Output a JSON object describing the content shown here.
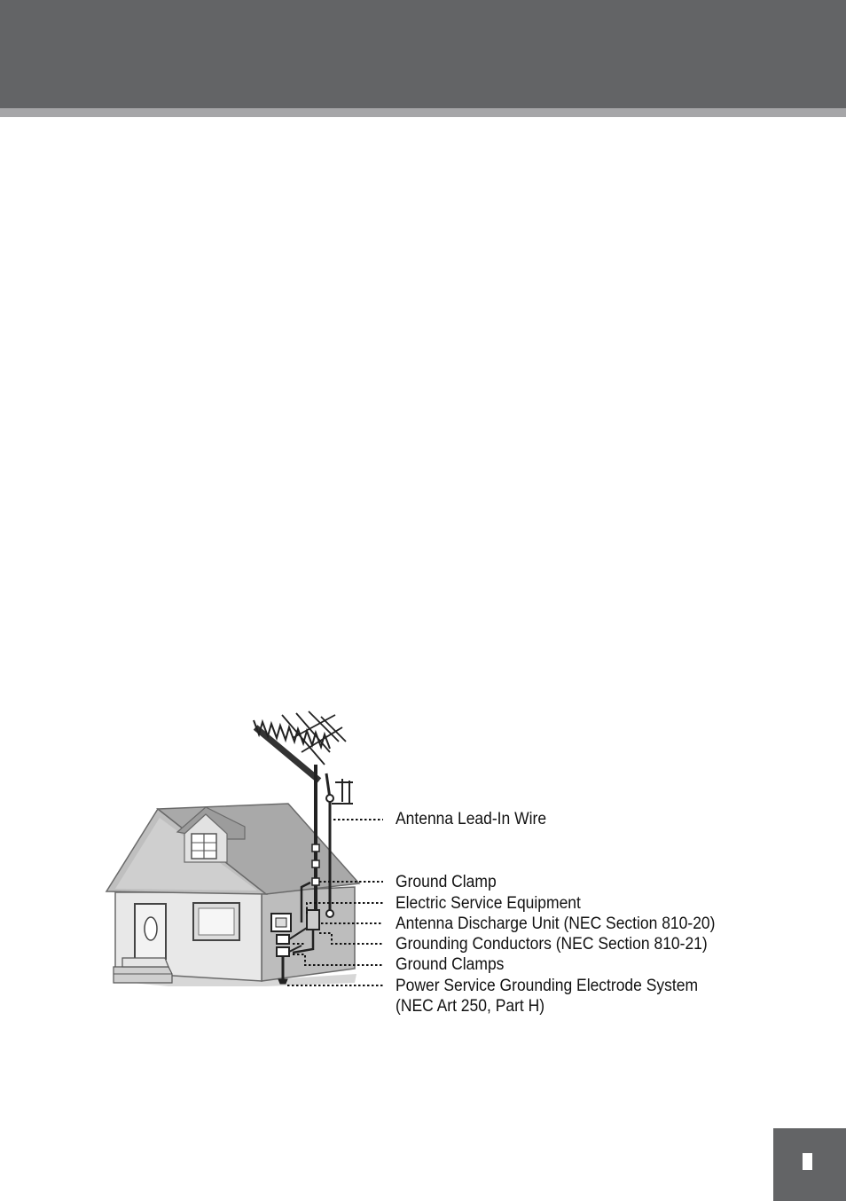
{
  "colors": {
    "header": "#636466",
    "header_rule": "#a6a6a8",
    "page_tab": "#636466"
  },
  "diagram": {
    "labels": {
      "lead_in": "Antenna Lead-In Wire",
      "ground_clamp": "Ground Clamp",
      "electric_service": "Electric Service Equipment",
      "discharge_unit": "Antenna Discharge Unit (NEC Section 810-20)",
      "grounding_conductors": "Grounding Conductors (NEC Section 810-21)",
      "ground_clamps": "Ground Clamps",
      "power_service_line1": "Power Service Grounding Electrode System",
      "power_service_line2": "(NEC Art 250, Part H)"
    }
  }
}
